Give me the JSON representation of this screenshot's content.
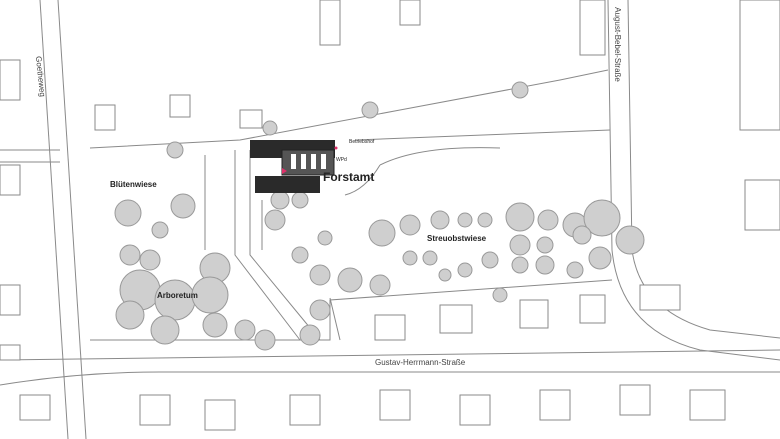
{
  "labels": {
    "forstamt": "Forstamt",
    "betriebshof": "Betriebshof",
    "wpd": "WPd",
    "bluetenwiese": "Blütenwiese",
    "arboretum": "Arboretum",
    "streuobstwiese": "Streuobstwiese"
  },
  "streets": {
    "goetheweg": "Goetheweg",
    "august_bebel": "August-Bebel-Straße",
    "gustav_herrmann": "Gustav-Herrmann-Straße"
  },
  "colors": {
    "tree": "#cfcfcf",
    "building": "#2a2a2a",
    "line": "#8a8a8a",
    "marker": "#e0306a"
  }
}
